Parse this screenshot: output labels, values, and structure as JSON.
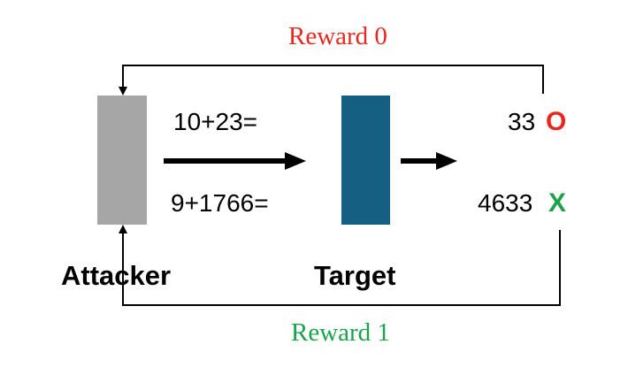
{
  "colors": {
    "attacker_block": "#a6a6a6",
    "target_block": "#156082",
    "arrow": "#000000",
    "reward0": "#e8281e",
    "reward1": "#1aa34a",
    "correct_mark": "#e8281e",
    "wrong_mark": "#1aa34a"
  },
  "rewards": {
    "top_label": "Reward 0",
    "bottom_label": "Reward 1"
  },
  "nodes": {
    "attacker_label": "Attacker",
    "target_label": "Target"
  },
  "prompts": [
    {
      "text": "10+23="
    },
    {
      "text": "9+1766="
    }
  ],
  "responses": [
    {
      "value": "33",
      "mark": "O",
      "mark_icon": "circle-correct"
    },
    {
      "value": "4633",
      "mark": "X",
      "mark_icon": "cross-wrong"
    }
  ]
}
